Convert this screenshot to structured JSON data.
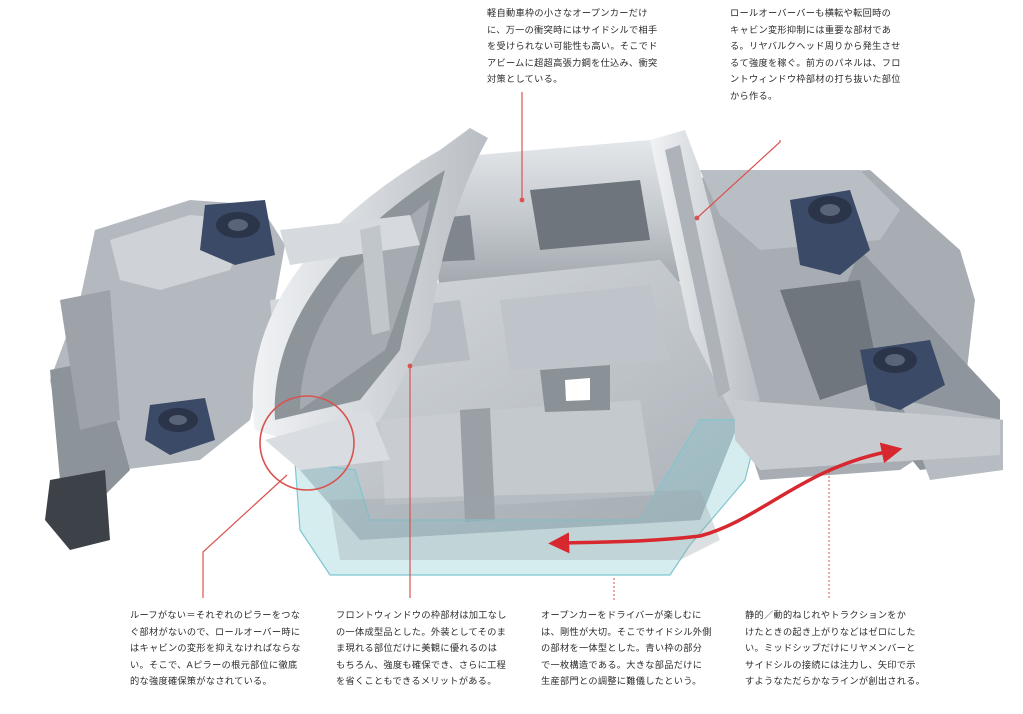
{
  "annotations": {
    "top_center": "軽自動車枠の小さなオープンカーだけ\nに、万一の衝突時にはサイドシルで相手\nを受けられない可能性も高い。そこでド\nアビームに超超高張力鋼を仕込み、衝突\n対策としている。",
    "top_right": "ロールオーバーバーも横転や転回時の\nキャビン変形抑制には重要な部材であ\nる。リヤバルクヘッド周りから発生させ\nるて強度を稼ぐ。前方のパネルは、フロ\nントウィンドウ枠部材の打ち抜いた部位\nから作る。",
    "bottom_1": "ルーフがない＝それぞれのピラーをつな\nぐ部材がないので、ロールオーバー時に\nはキャビンの変形を抑えなければならな\nい。そこで、Aピラーの根元部位に徹底\n的な強度確保策がなされている。",
    "bottom_2": "フロントウィンドウの枠部材は加工なし\nの一体成型品とした。外装としてそのま\nま現れる部位だけに美観に優れるのは\nもちろん、強度も確保でき、さらに工程\nを省くこともできるメリットがある。",
    "bottom_3": "オープンカーをドライバーが楽しむに\nは、剛性が大切。そこでサイドシル外側\nの部材を一体型とした。青い枠の部分\nで一枚構造である。大きな部品だけに\n生産部門との調整に難儀したという。",
    "bottom_4": "静的／動的ねじれやトラクションをか\nけたときの起き上がりなどはゼロにした\nい。ミッドシップだけにリヤメンバーと\nサイドシルの接続には注力し、矢印で示\nすようなただらかなラインが創出される。"
  },
  "colors": {
    "leader_line": "#d9534f",
    "arrow": "#d8282f",
    "side_panel": "#7fc6cf",
    "body_metal": "#c7cbcf",
    "body_dark": "#7d838a",
    "blue_part": "#3b4a66"
  }
}
